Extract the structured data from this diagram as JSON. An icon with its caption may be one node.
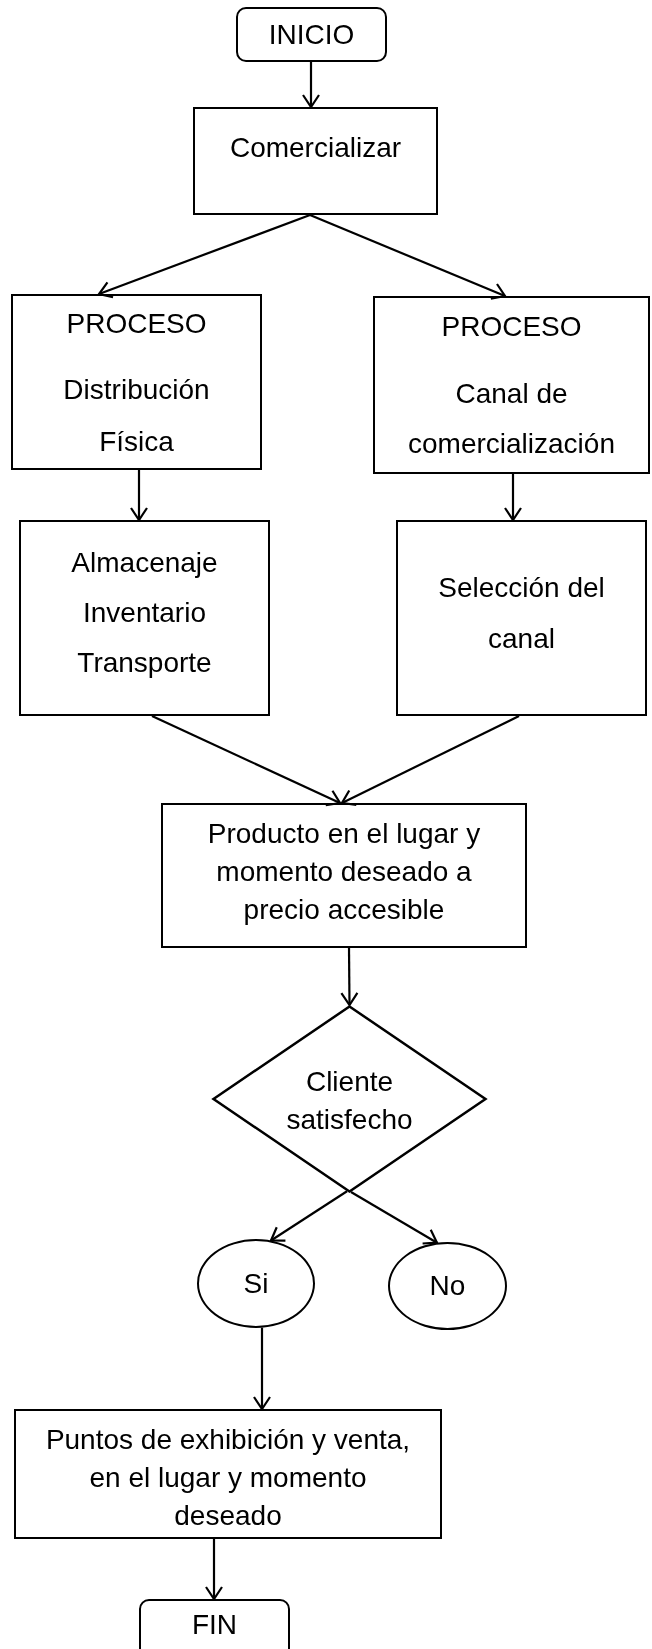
{
  "diagram": {
    "nodes": [
      {
        "text": [
          "INICIO"
        ]
      },
      {
        "text": [
          "Comercializar"
        ]
      },
      {
        "text": [
          "PROCESO",
          "Distribución Física"
        ]
      },
      {
        "text": [
          "PROCESO",
          "Canal de comercialización"
        ]
      },
      {
        "text": [
          "Almacenaje",
          "Inventario",
          "Transporte"
        ]
      },
      {
        "text": [
          "Selección del canal"
        ]
      },
      {
        "text": [
          "Producto en el lugar y momento deseado a precio accesible"
        ]
      },
      {
        "text": [
          "Cliente satisfecho"
        ]
      },
      {
        "text": [
          "Si"
        ]
      },
      {
        "text": [
          "No"
        ]
      },
      {
        "text": [
          "Puntos de exhibición y venta, en el lugar y momento deseado"
        ]
      },
      {
        "text": [
          "FIN"
        ]
      }
    ],
    "edges": [
      {
        "from": 0,
        "to": 1,
        "arrow": "to"
      },
      {
        "from": 1,
        "to": 2,
        "arrow": "to"
      },
      {
        "from": 1,
        "to": 3,
        "arrow": "to"
      },
      {
        "from": 2,
        "to": 4,
        "arrow": "to"
      },
      {
        "from": 3,
        "to": 5,
        "arrow": "to"
      },
      {
        "from": 4,
        "to": 6,
        "arrow": "to"
      },
      {
        "from": 5,
        "to": 6,
        "arrow": "to"
      },
      {
        "from": 6,
        "to": 7,
        "arrow": "to"
      },
      {
        "from": 7,
        "to": 8,
        "arrow": "to"
      },
      {
        "from": 7,
        "to": 9,
        "arrow": "to"
      },
      {
        "from": 8,
        "to": 10,
        "arrow": "to"
      },
      {
        "from": 10,
        "to": 11,
        "arrow": "to"
      }
    ]
  }
}
